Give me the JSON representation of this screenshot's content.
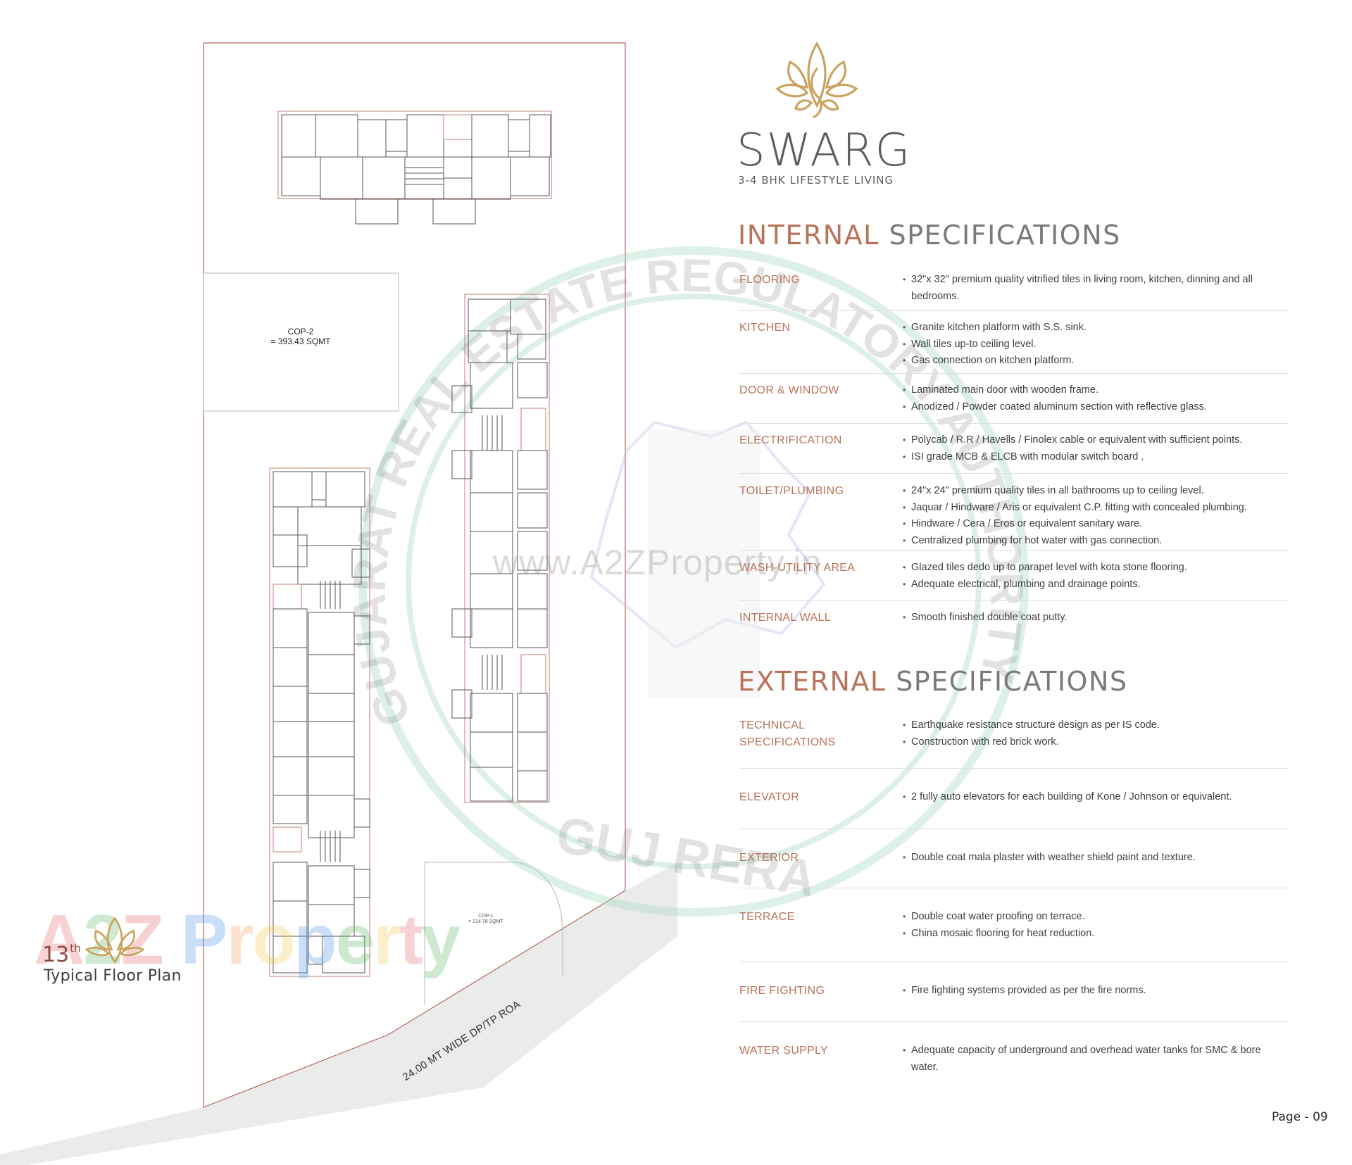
{
  "brand": {
    "name": "SWARG",
    "tagline": "3-4 BHK LIFESTYLE LIVING",
    "logo_icon": "lotus-leaf-icon",
    "accent_color": "#b8735a",
    "gold_color": "#c9a35f"
  },
  "site_plan": {
    "cop2": {
      "name": "COP-2",
      "area": "= 393.43 SQMT"
    },
    "cop1": {
      "name": "COP-1",
      "area": "= 214.78 SQMT"
    },
    "road_label": "24.00 MT WIDE DP/TP ROA",
    "floor_label": {
      "number": "13",
      "suffix": "th",
      "caption": "Typical Floor Plan"
    }
  },
  "watermarks": {
    "url": "www.A2ZProperty.in",
    "seal_top": "GUJARAT REAL ESTATE REGULATORY AUTHORITY",
    "seal_bottom": "GUJ RERA",
    "a2z_logo": "A2Z Property"
  },
  "internal": {
    "title_accent": "INTERNAL",
    "title_rest": "SPECIFICATIONS",
    "rows": [
      {
        "label": "FLOORING",
        "items": [
          "32\"x 32\" premium quality vitrified tiles in living room, kitchen, dinning and all bedrooms."
        ]
      },
      {
        "label": "KITCHEN",
        "items": [
          "Granite kitchen platform with S.S. sink.",
          "Wall tiles up-to ceiling level.",
          "Gas connection on kitchen platform."
        ]
      },
      {
        "label": "DOOR & WINDOW",
        "items": [
          "Laminated main door with wooden frame.",
          "Anodized / Powder coated aluminum section with reflective glass."
        ]
      },
      {
        "label": "ELECTRIFICATION",
        "items": [
          "Polycab / R.R / Havells / Finolex cable or equivalent with sufficient points.",
          "ISI grade MCB & ELCB with modular switch board ."
        ]
      },
      {
        "label": "TOILET/PLUMBING",
        "items": [
          "24\"x 24\" premium quality tiles in all bathrooms up to ceiling level.",
          "Jaquar / Hindware / Aris or equivalent C.P. fitting with concealed plumbing.",
          "Hindware / Cera / Eros or equivalent sanitary ware.",
          "Centralized plumbing for hot water with gas connection."
        ]
      },
      {
        "label": "WASH-UTILITY AREA",
        "items": [
          "Glazed tiles dedo up to parapet level with kota stone flooring.",
          "Adequate electrical, plumbing and drainage points."
        ]
      },
      {
        "label": "INTERNAL WALL",
        "items": [
          "Smooth finished double coat putty."
        ]
      }
    ]
  },
  "external": {
    "title_accent": "EXTERNAL",
    "title_rest": "SPECIFICATIONS",
    "rows": [
      {
        "label": "TECHNICAL SPECIFICATIONS",
        "items": [
          "Earthquake resistance structure design as per IS code.",
          "Construction with red brick work."
        ]
      },
      {
        "label": "ELEVATOR",
        "items": [
          "2 fully auto elevators for each building of Kone / Johnson or equivalent."
        ]
      },
      {
        "label": "EXTERIOR",
        "items": [
          "Double coat mala plaster with weather shield paint and texture."
        ]
      },
      {
        "label": "TERRACE",
        "items": [
          "Double coat water proofing on terrace.",
          "China mosaic flooring for heat reduction."
        ]
      },
      {
        "label": "FIRE FIGHTING",
        "items": [
          "Fire fighting systems provided as per the fire norms."
        ]
      },
      {
        "label": "WATER SUPPLY",
        "items": [
          "Adequate capacity of underground and overhead water tanks for SMC & bore water."
        ]
      }
    ]
  },
  "footer": {
    "page": "Page - 09"
  }
}
